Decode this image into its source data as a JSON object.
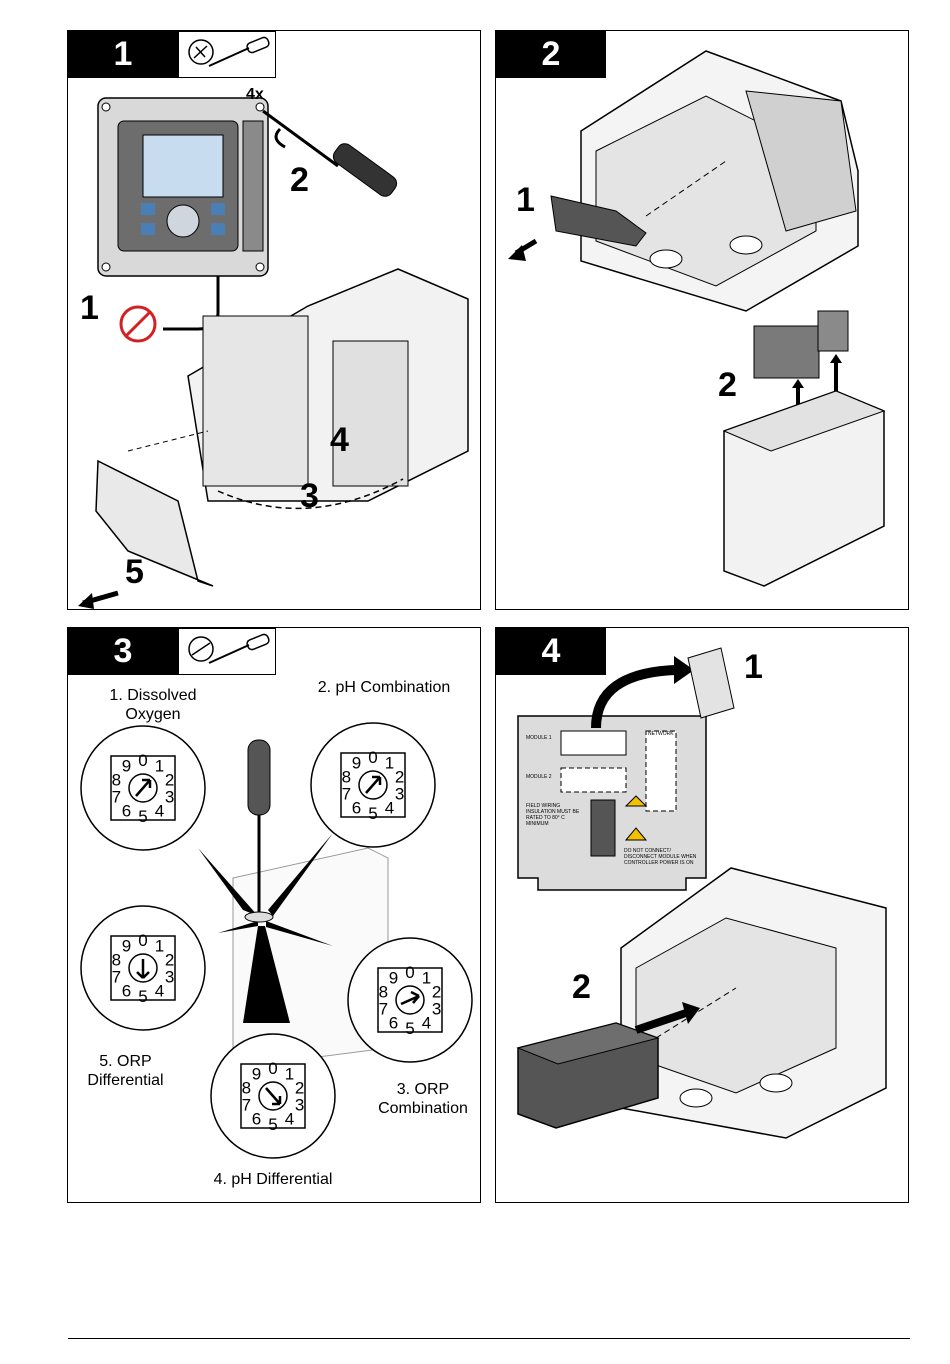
{
  "panels": [
    {
      "number": "1",
      "callouts": {
        "unplug": "1",
        "screws": "2",
        "rotate": "3",
        "hinge": "4",
        "cover": "5",
        "count": "4x"
      }
    },
    {
      "number": "2",
      "callouts": {
        "cover": "1",
        "connectors": "2"
      }
    },
    {
      "number": "3",
      "labels": {
        "dissolved_oxygen": "1. Dissolved\nOxygen",
        "ph_combination": "2. pH Combination",
        "orp_combination": "3. ORP\nCombination",
        "ph_differential": "4. pH Differential",
        "orp_differential": "5. ORP\nDifferential"
      },
      "dial_digits": [
        "0",
        "1",
        "2",
        "3",
        "4",
        "5",
        "6",
        "7",
        "8",
        "9"
      ]
    },
    {
      "number": "4",
      "callouts": {
        "label_cover": "1",
        "insert": "2"
      },
      "card_text": {
        "module1": "MODULE 1",
        "module2": "MODULE 2",
        "network": "NETWORK",
        "field_wiring": "FIELD WIRING INSULATION MUST BE RATED TO 80° C MINIMUM",
        "do_not_connect": "DO NOT CONNECT/ DISCONNECT MODULE WHEN CONTROLLER POWER IS ON"
      }
    }
  ]
}
